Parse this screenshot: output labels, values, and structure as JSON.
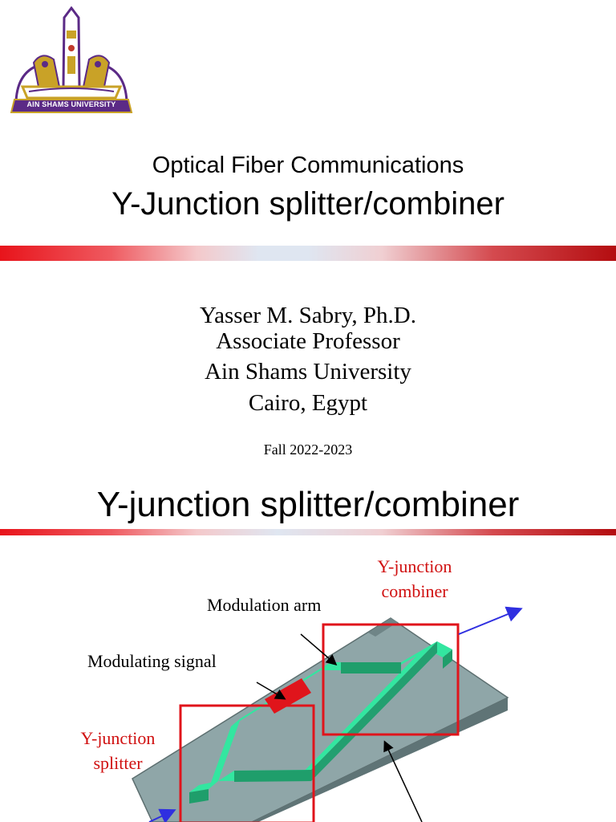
{
  "slide1": {
    "logo": {
      "icon": "ain-shams-university-crest-icon",
      "text": "AIN SHAMS UNIVERSITY",
      "colors": {
        "gold": "#c9a227",
        "purple": "#5b2a86"
      }
    },
    "subtitle": "Optical Fiber Communications",
    "title": "Y-Junction splitter/combiner",
    "author": {
      "name": "Yasser M. Sabry, Ph.D.",
      "role": "Associate Professor",
      "university": "Ain Shams University",
      "city": "Cairo, Egypt"
    },
    "term": "Fall 2022-2023"
  },
  "slide2": {
    "title": "Y-junction splitter/combiner",
    "labels": {
      "combiner_line1": "Y-junction",
      "combiner_line2": "combiner",
      "modulation_arm": "Modulation arm",
      "modulating_signal": "Modulating signal",
      "splitter_line1": "Y-junction",
      "splitter_line2": "splitter"
    },
    "colors": {
      "waveguide": "#33e6a0",
      "substrate": "#8fa6a8",
      "highlight_box": "#e0141b",
      "modulator": "#e0141b",
      "arrow": "#2f2fe0",
      "label_red": "#d01010"
    }
  }
}
